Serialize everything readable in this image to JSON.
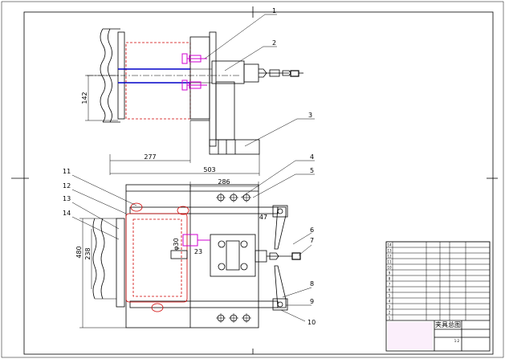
{
  "dimensions": {
    "top_height": "142",
    "top_width_inner": "277",
    "top_width_outer": "503",
    "bottom_width": "286",
    "bottom_height_outer": "480",
    "bottom_height_inner": "238",
    "d_hole": "φ30",
    "d_small": "23",
    "d_rod": "47"
  },
  "callouts": [
    "1",
    "2",
    "3",
    "4",
    "5",
    "6",
    "7",
    "8",
    "9",
    "10",
    "11",
    "12",
    "13",
    "14"
  ],
  "title_block": {
    "drawing_name": "夹具总图",
    "scale": "1:2",
    "rows": [
      {
        "no": "14",
        "code": "",
        "name": "",
        "qty": "",
        "mat": "",
        "note": ""
      },
      {
        "no": "13",
        "code": "",
        "name": "",
        "qty": "",
        "mat": "",
        "note": ""
      },
      {
        "no": "12",
        "code": "",
        "name": "",
        "qty": "",
        "mat": "",
        "note": ""
      },
      {
        "no": "11",
        "code": "",
        "name": "",
        "qty": "",
        "mat": "",
        "note": ""
      },
      {
        "no": "10",
        "code": "",
        "name": "",
        "qty": "",
        "mat": "",
        "note": ""
      },
      {
        "no": "9",
        "code": "",
        "name": "",
        "qty": "",
        "mat": "",
        "note": ""
      },
      {
        "no": "8",
        "code": "",
        "name": "",
        "qty": "",
        "mat": "",
        "note": ""
      },
      {
        "no": "7",
        "code": "",
        "name": "",
        "qty": "",
        "mat": "",
        "note": ""
      },
      {
        "no": "6",
        "code": "",
        "name": "",
        "qty": "",
        "mat": "",
        "note": ""
      },
      {
        "no": "5",
        "code": "",
        "name": "",
        "qty": "",
        "mat": "",
        "note": ""
      },
      {
        "no": "4",
        "code": "",
        "name": "",
        "qty": "",
        "mat": "",
        "note": ""
      },
      {
        "no": "3",
        "code": "",
        "name": "",
        "qty": "",
        "mat": "",
        "note": ""
      },
      {
        "no": "2",
        "code": "",
        "name": "",
        "qty": "",
        "mat": "",
        "note": ""
      },
      {
        "no": "1",
        "code": "",
        "name": "",
        "qty": "",
        "mat": "",
        "note": ""
      }
    ]
  }
}
